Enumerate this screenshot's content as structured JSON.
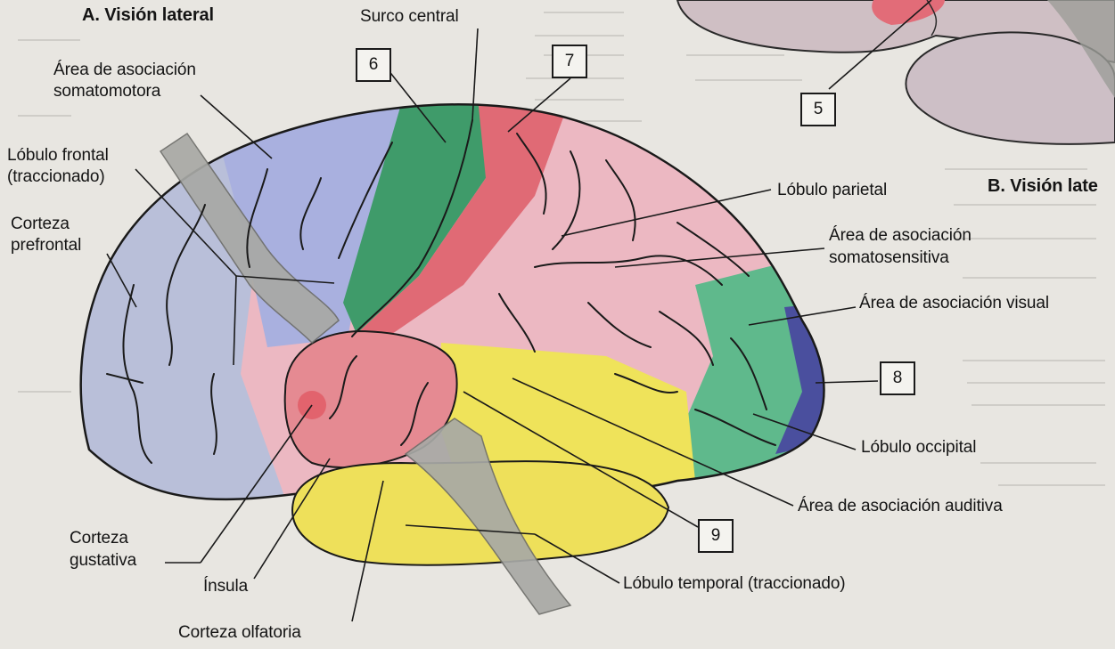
{
  "headings": {
    "view_a": "A. Visión lateral",
    "view_b": "B. Visión late"
  },
  "labels": {
    "surco_central": "Surco central",
    "asoc_somatomotora_1": "Área de asociación",
    "asoc_somatomotora_2": "somatomotora",
    "lobulo_frontal_1": "Lóbulo frontal",
    "lobulo_frontal_2": "(traccionado)",
    "corteza_prefrontal_1": "Corteza",
    "corteza_prefrontal_2": "prefrontal",
    "lobulo_parietal": "Lóbulo parietal",
    "asoc_somatosensitiva_1": "Área de asociación",
    "asoc_somatosensitiva_2": "somatosensitiva",
    "asoc_visual": "Área de asociación visual",
    "lobulo_occipital": "Lóbulo occipital",
    "asoc_auditiva": "Área de asociación auditiva",
    "lobulo_temporal": "Lóbulo temporal (traccionado)",
    "corteza_gustativa_1": "Corteza",
    "corteza_gustativa_2": "gustativa",
    "insula": "Ínsula",
    "corteza_olfatoria": "Corteza olfatoria"
  },
  "boxes": {
    "b5": "5",
    "b6": "6",
    "b7": "7",
    "b8": "8",
    "b9": "9"
  },
  "colors": {
    "paper": "#e8e6e1",
    "prefrontal_lavender": "#b9bfd9",
    "premotor_blue": "#a9b0df",
    "motor_green": "#3f9b6a",
    "somatosensory_red": "#e06a75",
    "parietal_pink": "#ecb8c2",
    "visual_green": "#5fb98c",
    "occipital_navy": "#4a4f9e",
    "temporal_yellow": "#efe35a",
    "insula_red": "#e58a92",
    "tracted_gray": "#a8a9a5"
  }
}
